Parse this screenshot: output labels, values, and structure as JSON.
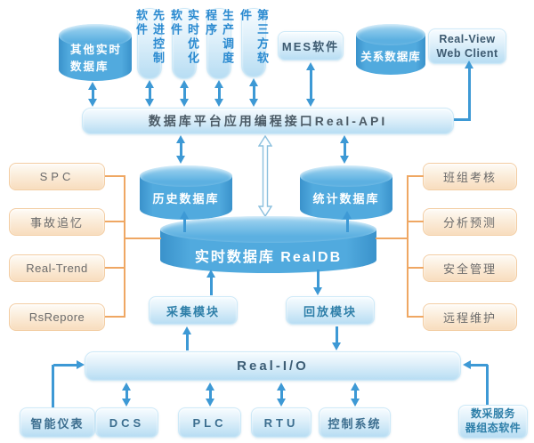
{
  "nodes": {
    "other_rtdb": {
      "line1": "其他实时",
      "line2": "数据库"
    },
    "adv_control": "先进控制软件",
    "rt_optim": "实时优化软件",
    "prod_sched": "生产调度程序",
    "third_party": "第三方软件",
    "mes": "MES软件",
    "relational_db": "关系数据库",
    "real_view": {
      "line1": "Real-View",
      "line2": "Web Client"
    },
    "api_bar": "数据库平台应用编程接口Real-API",
    "history_db": "历史数据库",
    "stats_db": "统计数据库",
    "realdb": "实时数据库 RealDB",
    "collect": "采集模块",
    "playback": "回放模块",
    "io_bar": "Real-I/O",
    "daq": {
      "line1": "数采服务",
      "line2": "器组态软件"
    }
  },
  "left_apps": [
    "SPC",
    "事故追忆",
    "Real-Trend",
    "RsRepore"
  ],
  "right_apps": [
    "班组考核",
    "分析预测",
    "安全管理",
    "远程维护"
  ],
  "bottom_devices": [
    "智能仪表",
    "DCS",
    "PLC",
    "RTU",
    "控制系统"
  ],
  "colors": {
    "arrow": "#3d99d5",
    "orange_line": "#efa763",
    "blue_text": "#2b8ad0",
    "dark_text": "#44596b",
    "cylinder": "#47a3da",
    "box_border": "#cde9f8",
    "orange_border": "#f3cda3"
  }
}
